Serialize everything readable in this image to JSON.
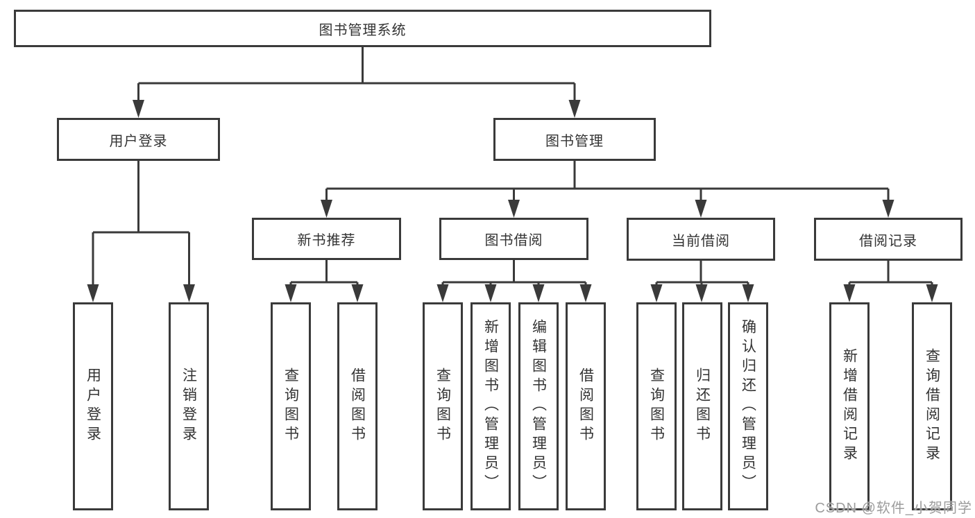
{
  "diagram": {
    "type": "hierarchy-tree",
    "root": {
      "label": "图书管理系统",
      "children": [
        {
          "label": "用户登录",
          "children": [
            {
              "label": "用户登录"
            },
            {
              "label": "注销登录"
            }
          ]
        },
        {
          "label": "图书管理",
          "children": [
            {
              "label": "新书推荐",
              "children": [
                {
                  "label": "查询图书"
                },
                {
                  "label": "借阅图书"
                }
              ]
            },
            {
              "label": "图书借阅",
              "children": [
                {
                  "label": "查询图书"
                },
                {
                  "label": "新增图书（管理员）"
                },
                {
                  "label": "编辑图书（管理员）"
                },
                {
                  "label": "借阅图书"
                }
              ]
            },
            {
              "label": "当前借阅",
              "children": [
                {
                  "label": "查询图书"
                },
                {
                  "label": "归还图书"
                },
                {
                  "label": "确认归还（管理员）"
                }
              ]
            },
            {
              "label": "借阅记录",
              "children": [
                {
                  "label": "新增借阅记录"
                },
                {
                  "label": "查询借阅记录"
                }
              ]
            }
          ]
        }
      ]
    },
    "colors": {
      "line": "#3a3a3a",
      "text": "#333333",
      "background": "#ffffff",
      "watermark": "#9c9c9c"
    }
  },
  "watermark": {
    "text": "CSDN @软件_小贺同学"
  }
}
